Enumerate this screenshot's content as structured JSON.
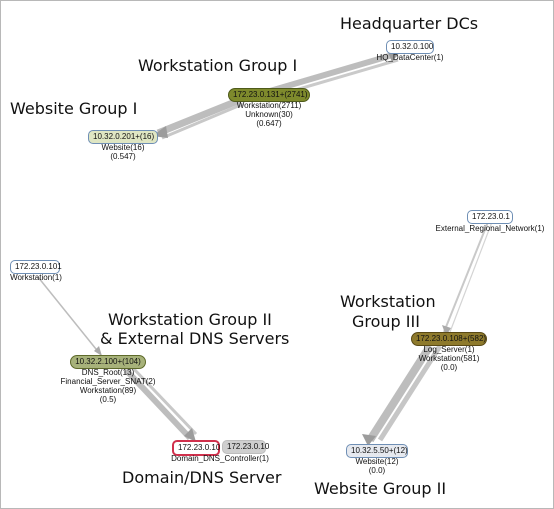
{
  "groups": {
    "hq": "Headquarter DCs",
    "ws1": "Workstation Group I",
    "web1": "Website Group I",
    "ws2_line1": "Workstation Group II",
    "ws2_line2": "& External DNS Servers",
    "ws3_line1": "Workstation",
    "ws3_line2": "Group III",
    "dns": "Domain/DNS Server",
    "web2": "Website Group II"
  },
  "nodes": {
    "hq_dc": {
      "ip": "10.32.0.100",
      "lines": [
        "HQ_DataCenter(1)"
      ],
      "color": "#ffffff"
    },
    "ws1": {
      "ip": "172.23.0.131+(2741)",
      "lines": [
        "Workstation(2711)",
        "Unknown(30)",
        "(0.647)"
      ],
      "color": "#7e8a2c"
    },
    "web1": {
      "ip": "10.32.0.201+(16)",
      "lines": [
        "Website(16)",
        "(0.547)"
      ],
      "color": "#dfe6c3"
    },
    "ext": {
      "ip": "172.23.0.1",
      "lines": [
        "External_Regional_Network(1)"
      ],
      "color": "#ffffff"
    },
    "ws_single": {
      "ip": "172.23.0.101",
      "lines": [
        "Workstation(1)"
      ],
      "color": "#ffffff"
    },
    "ws2": {
      "ip": "10.32.2.100+(104)",
      "lines": [
        "DNS_Root(13)",
        "Financial_Server_SNAT(2)",
        "Workstation(89)",
        "(0.5)"
      ],
      "color": "#a7b27a"
    },
    "ws3": {
      "ip": "172.23.0.108+(582)",
      "lines": [
        "Log_Server(1)",
        "Workstation(581)",
        "(0.0)"
      ],
      "color": "#8e7a2c"
    },
    "dns": {
      "ip": "172.23.0.10",
      "alt": "172.23.0.10",
      "lines": [
        "Domain_DNS_Controller(1)"
      ],
      "color": "#ffffff",
      "border": "#d0304c"
    },
    "web2": {
      "ip": "10.32.5.50+(12)",
      "lines": [
        "Website(12)",
        "(0.0)"
      ],
      "color": "#e6e9ef"
    }
  },
  "colors": {
    "edge": "#b9b9b9",
    "edge_light": "#c9c9c9",
    "node_border": "#6f8fb5"
  }
}
